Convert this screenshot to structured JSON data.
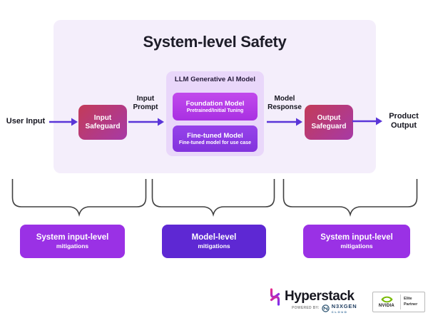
{
  "diagram": {
    "title": "System-level Safety",
    "user_input": "User Input",
    "input_safeguard": {
      "line1": "Input",
      "line2": "Safeguard"
    },
    "input_prompt": {
      "line1": "Input",
      "line2": "Prompt"
    },
    "llm": {
      "title": "LLM Generative AI Model",
      "foundation": {
        "title": "Foundation Model",
        "subtitle": "Pretrained/Initial Tuning"
      },
      "fine_tuned": {
        "title": "Fine-tuned Model",
        "subtitle": "Fine-tuned model for use case"
      }
    },
    "model_response": {
      "line1": "Model",
      "line2": "Response"
    },
    "output_safeguard": {
      "line1": "Output",
      "line2": "Safeguard"
    },
    "product_output": {
      "line1": "Product",
      "line2": "Output"
    },
    "mitigations": [
      {
        "title": "System input-level",
        "subtitle": "mitigations"
      },
      {
        "title": "Model-level",
        "subtitle": "mitigations"
      },
      {
        "title": "System input-level",
        "subtitle": "mitigations"
      }
    ]
  },
  "footer": {
    "brand": "Hyperstack",
    "powered_by": "POWERED BY:",
    "partner": {
      "name": "N3XGEN",
      "sub": "CLOUD"
    },
    "nvidia": {
      "brand": "NVIDIA",
      "tier": {
        "line1": "Elite",
        "line2": "Partner"
      }
    }
  },
  "icons": {
    "hyperstack_logo": "hyperstack-h-icon",
    "n3xgen_logo": "n3xgen-globe-icon",
    "nvidia_logo": "nvidia-eye-icon",
    "flow_arrow": "arrow-right-icon"
  },
  "colors": {
    "outer_container": "#f4eefb",
    "llm_container": "#e9d7fa",
    "foundation_box": "#b53ce9",
    "fine_tuned_box": "#8d3be4",
    "safeguard_gradient_start": "#c33b58",
    "safeguard_gradient_end": "#a73aa6",
    "arrow": "#5a35d8",
    "mitigation_violet": "#9a31e5",
    "mitigation_indigo": "#5e28d3",
    "brace": "#404040",
    "nvidia_green": "#76b900"
  }
}
